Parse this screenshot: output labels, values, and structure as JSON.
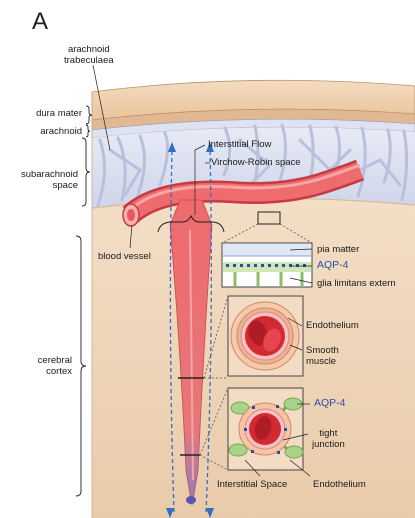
{
  "panel_letter": "A",
  "left_labels": {
    "arachnoid_trabeculae": "arachnoid\ntrabeculaea",
    "dura_mater": "dura mater",
    "arachnoid": "arachnoid",
    "subarachnoid_space": "subarachnoid\nspace",
    "blood_vessel": "blood vessel",
    "cerebral_cortex": "cerebral\ncortex"
  },
  "top_labels": {
    "interstitial_flow": "Interstitial Flow",
    "virchow_robin": "Virchow-Robin space"
  },
  "inset_top": {
    "pia_matter": "pia matter",
    "aqp4": "AQP-4",
    "glia_limitans": "glia limitans extern"
  },
  "inset_mid": {
    "endothelium": "Endothelium",
    "smooth_muscle": "Smooth\nmuscle"
  },
  "inset_bottom": {
    "aqp4": "AQP-4",
    "tight_junction": "tight\njunction",
    "interstitial_space": "Interstitial Space",
    "endothelium": "Endothelium"
  },
  "colors": {
    "dura": "#f1d3b3",
    "cortex": "#f0d9bf",
    "vessel": "#e8585c",
    "aqp4": "#2a4f9e",
    "glia": "#9cc97a"
  }
}
